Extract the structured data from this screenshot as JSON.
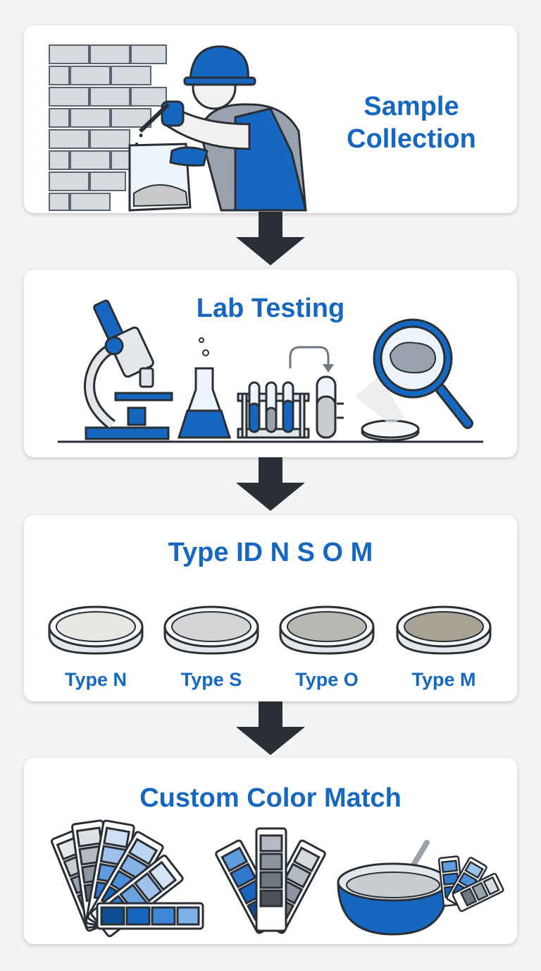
{
  "steps": [
    {
      "title_line1": "Sample",
      "title_line2": "Collection"
    },
    {
      "title": "Lab Testing"
    },
    {
      "title": "Type ID N S O M",
      "types": [
        "Type N",
        "Type S",
        "Type O",
        "Type M"
      ]
    },
    {
      "title": "Custom Color Match"
    }
  ],
  "colors": {
    "accent": "#1667c0",
    "arrow": "#2a2f36"
  }
}
